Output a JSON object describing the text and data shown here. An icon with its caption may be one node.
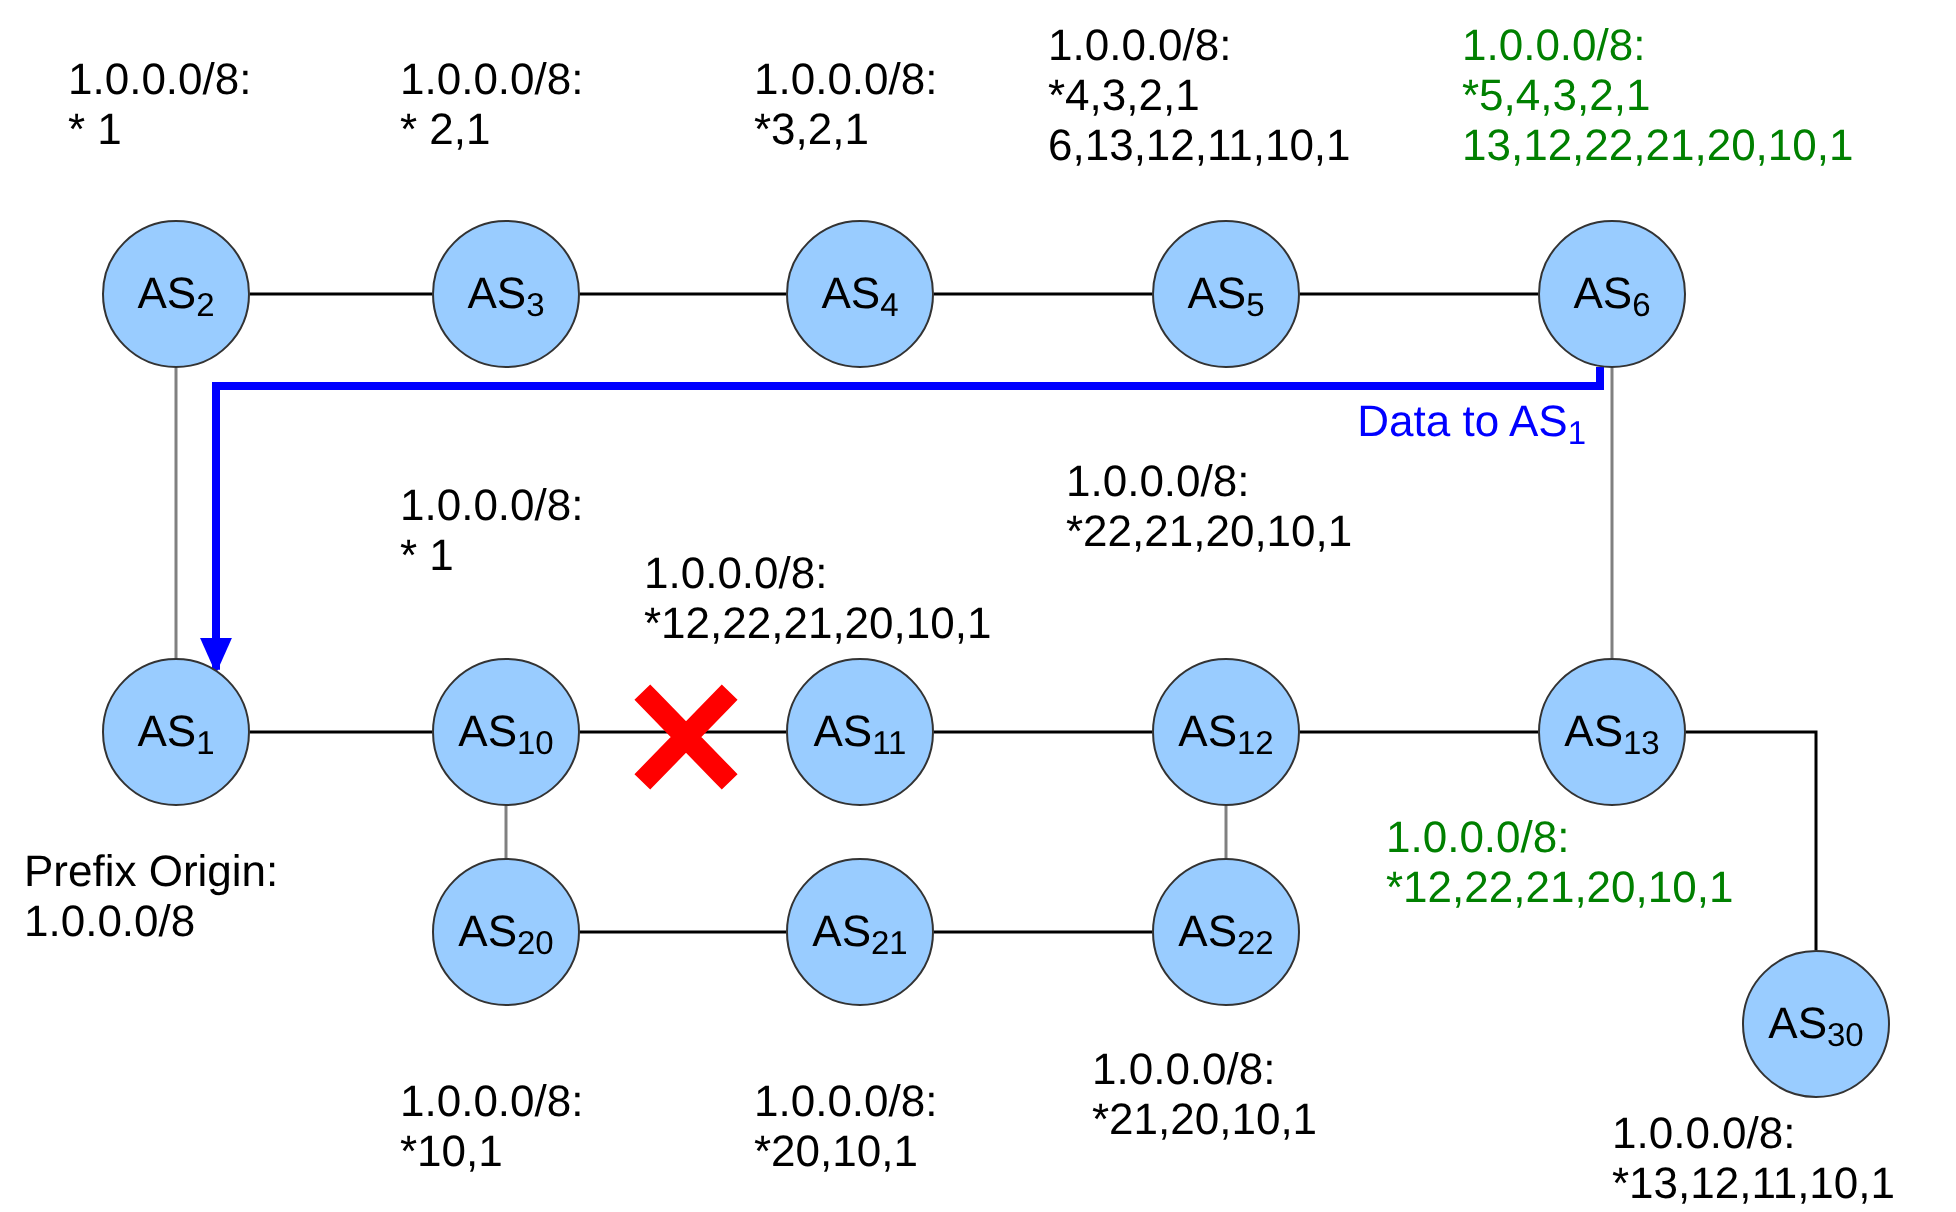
{
  "diagram": {
    "nodes": [
      {
        "text": [
          "AS$_{2}$"
        ],
        "beside": [
          "1.0.0.0/8:",
          "* 1"
        ]
      },
      {
        "text": [
          "AS$_{3}$"
        ],
        "beside": [
          "1.0.0.0/8:",
          "* 2,1"
        ]
      },
      {
        "text": [
          "AS$_{4}$"
        ],
        "beside": [
          "1.0.0.0/8:",
          "*3,2,1"
        ]
      },
      {
        "text": [
          "AS$_{5}$"
        ],
        "beside": [
          "1.0.0.0/8:",
          "*4,3,2,1",
          "6,13,12,11,10,1"
        ]
      },
      {
        "text": [
          "AS$_{6}$"
        ],
        "beside": [
          "1.0.0.0/8:",
          "*5,4,3,2,1",
          "13,12,22,21,20,10,1"
        ]
      },
      {
        "text": [
          "AS$_{1}$"
        ],
        "beside": [
          "Prefix Origin:",
          "1.0.0.0/8"
        ]
      },
      {
        "text": [
          "AS$_{10}$"
        ],
        "beside": [
          "1.0.0.0/8:",
          "* 1"
        ]
      },
      {
        "text": [
          "AS$_{11}$"
        ],
        "beside": [
          "1.0.0.0/8:",
          "*12,22,21,20,10,1"
        ]
      },
      {
        "text": [
          "AS$_{12}$"
        ],
        "beside": [
          "1.0.0.0/8:",
          "*22,21,20,10,1"
        ]
      },
      {
        "text": [
          "AS$_{13}$"
        ],
        "beside": [
          "1.0.0.0/8:",
          "*12,22,21,20,10,1"
        ]
      },
      {
        "text": [
          "AS$_{20}$"
        ],
        "beside": [
          "1.0.0.0/8:",
          "*10,1"
        ]
      },
      {
        "text": [
          "AS$_{21}$"
        ],
        "beside": [
          "1.0.0.0/8:",
          "*20,10,1"
        ]
      },
      {
        "text": [
          "AS$_{22}$"
        ],
        "beside": [
          "1.0.0.0/8:",
          "*21,20,10,1"
        ]
      },
      {
        "text": [
          "AS$_{30}$"
        ],
        "beside": [
          "1.0.0.0/8:",
          "*13,12,11,10,1"
        ]
      }
    ],
    "edges": [
      {
        "from": 0,
        "to": 1,
        "arrow": "none"
      },
      {
        "from": 1,
        "to": 2,
        "arrow": "none"
      },
      {
        "from": 2,
        "to": 3,
        "arrow": "none"
      },
      {
        "from": 3,
        "to": 4,
        "arrow": "none"
      },
      {
        "from": 0,
        "to": 5,
        "arrow": "none",
        "color": "#808080"
      },
      {
        "from": 4,
        "to": 9,
        "arrow": "none",
        "color": "#808080"
      },
      {
        "from": 4,
        "to": 5,
        "arrow": "to",
        "label": "Data to AS$_{1}$",
        "style": "thick",
        "color": "#0000ff"
      },
      {
        "from": 5,
        "to": 6,
        "arrow": "none"
      },
      {
        "from": 6,
        "to": 7,
        "arrow": "none"
      },
      {
        "from": 7,
        "to": 8,
        "arrow": "none"
      },
      {
        "from": 8,
        "to": 9,
        "arrow": "none"
      },
      {
        "from": 6,
        "to": 10,
        "arrow": "none",
        "color": "#808080"
      },
      {
        "from": 8,
        "to": 12,
        "arrow": "none",
        "color": "#808080"
      },
      {
        "from": 10,
        "to": 11,
        "arrow": "none"
      },
      {
        "from": 11,
        "to": 12,
        "arrow": "none"
      },
      {
        "from": 9,
        "to": 13,
        "arrow": "none"
      }
    ]
  }
}
